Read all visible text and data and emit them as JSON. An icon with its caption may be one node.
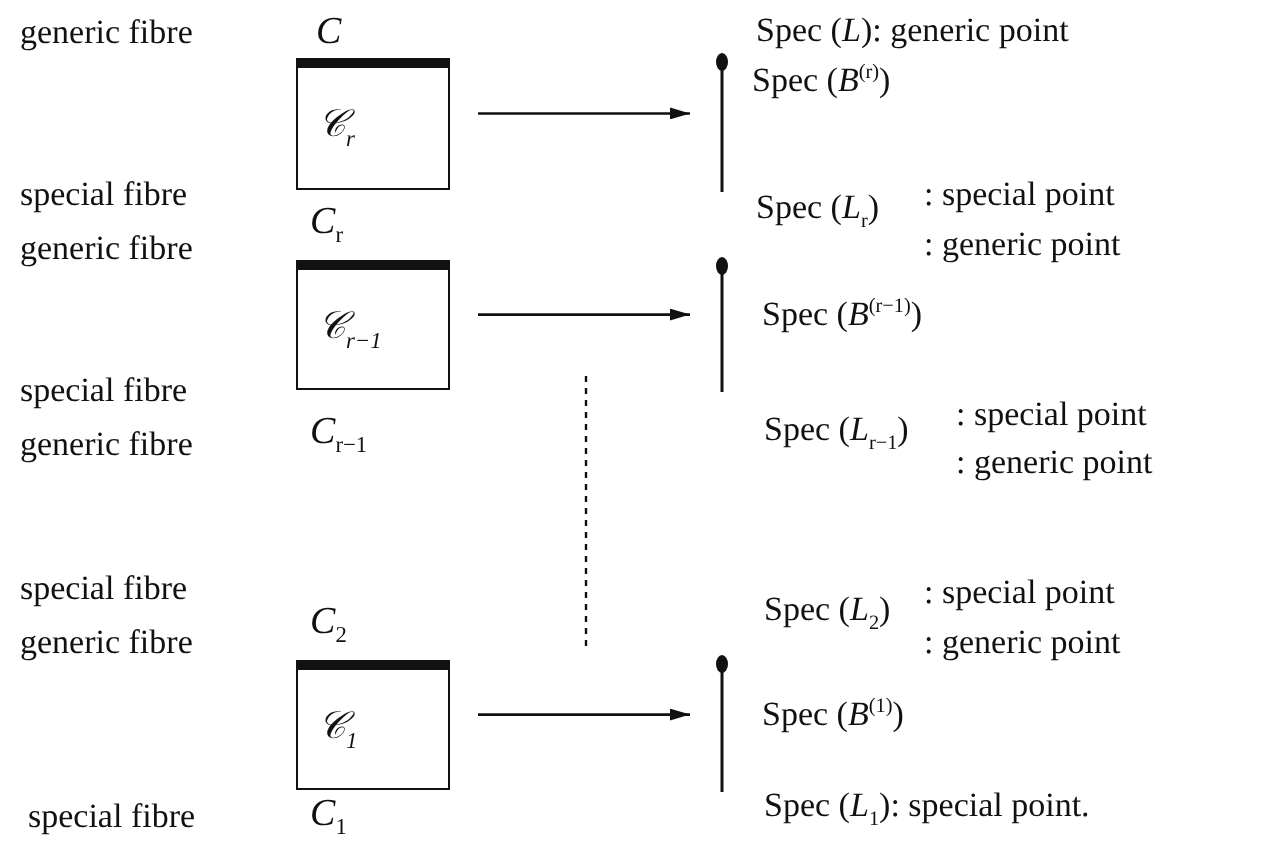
{
  "diagram": {
    "nodes": [
      {
        "text": [
          "𝒞$_{r}$"
        ]
      },
      {
        "text": [],
        "shape": "bar",
        "beside": [
          "Spec (*B*$^{(r)}$)"
        ]
      },
      {
        "text": [
          "𝒞$_{r−1}$"
        ]
      },
      {
        "text": [],
        "shape": "bar",
        "beside": [
          "Spec (*B*$^{(r−1)}$)"
        ]
      },
      {
        "text": [
          "𝒞$_{1}$"
        ]
      },
      {
        "text": [],
        "shape": "bar",
        "beside": [
          "Spec (*B*$^{(1)}$)"
        ]
      }
    ],
    "edges": [
      {
        "from": 0,
        "to": 1,
        "arrow": "to"
      },
      {
        "from": 2,
        "to": 3,
        "arrow": "to"
      },
      {
        "from": 4,
        "to": 5,
        "arrow": "to"
      }
    ],
    "labels": [
      "generic fibre",
      "*C*",
      "Spec (*L*): generic point",
      "special fibre",
      "*C*$_{r}$",
      "Spec (*L*$_{r}$)",
      ": special point",
      "generic fibre",
      ": generic point",
      "special fibre",
      "*C*$_{r−1}$",
      "Spec (*L*$_{r−1}$)",
      ": special point",
      "generic fibre",
      ": generic point",
      "special fibre",
      "*C*$_{2}$",
      "Spec (*L*$_{2}$)",
      ": special point",
      "generic fibre",
      ": generic point",
      "special fibre",
      "*C*$_{1}$",
      "Spec (*L*$_{1}$): special point."
    ]
  }
}
